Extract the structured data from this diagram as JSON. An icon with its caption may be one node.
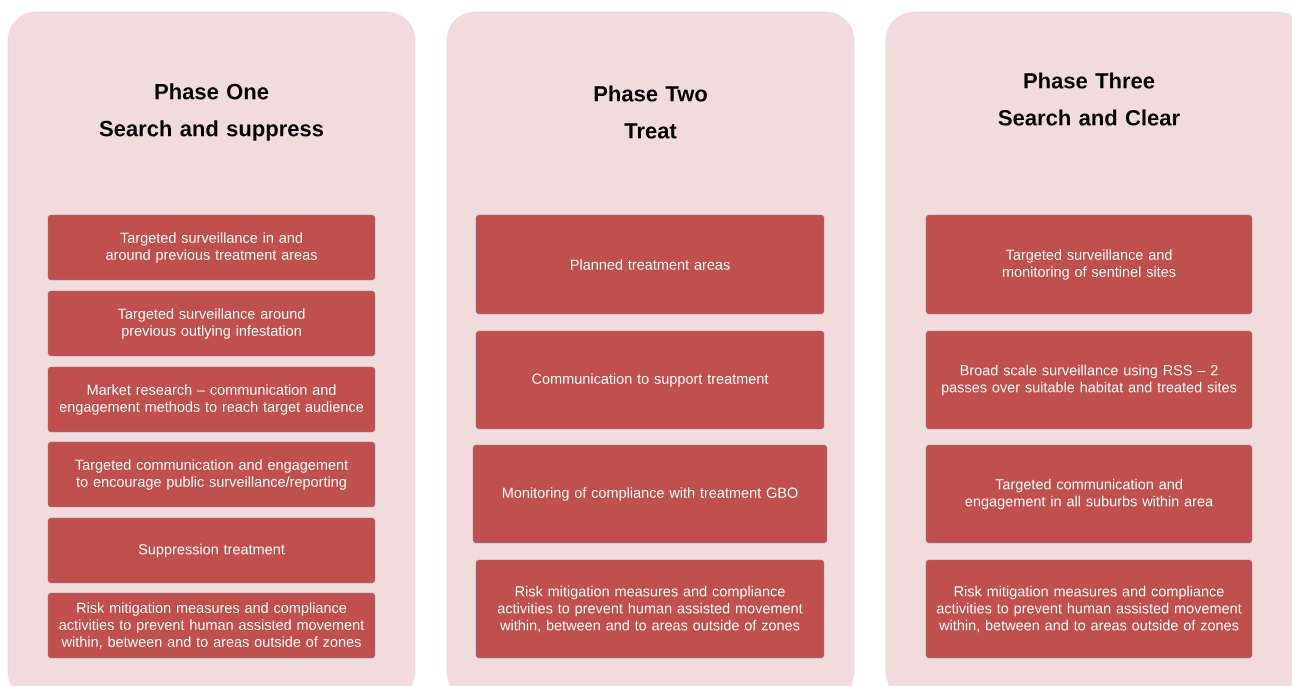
{
  "diagram": {
    "nodes": [
      {
        "text": [
          "Phase One",
          "Search and suppress"
        ]
      },
      {
        "text": [
          "Targeted surveillance in and around previous treatment areas"
        ],
        "in": 0
      },
      {
        "text": [
          "Targeted surveillance around previous outlying infestation"
        ],
        "in": 0
      },
      {
        "text": [
          "Market research – communication and engagement methods to reach target audience"
        ],
        "in": 0
      },
      {
        "text": [
          "Targeted communication and engagement to encourage public surveillance/reporting"
        ],
        "in": 0
      },
      {
        "text": [
          "Suppression treatment"
        ],
        "in": 0
      },
      {
        "text": [
          "Risk mitigation measures and compliance activities to prevent human assisted movement within, between and to areas outside of zones"
        ],
        "in": 0
      },
      {
        "text": [
          "Phase Two",
          "Treat"
        ]
      },
      {
        "text": [
          "Planned treatment areas"
        ],
        "in": 7
      },
      {
        "text": [
          "Communication to support treatment"
        ],
        "in": 7
      },
      {
        "text": [
          "Monitoring of compliance with treatment GBO"
        ],
        "in": 7
      },
      {
        "text": [
          "Risk mitigation measures and compliance activities to prevent human assisted movement within, between and to areas outside of zones"
        ],
        "in": 7
      },
      {
        "text": [
          "Phase Three",
          "Search and Clear"
        ]
      },
      {
        "text": [
          "Targeted surveillance and monitoring of sentinel sites"
        ],
        "in": 12
      },
      {
        "text": [
          "Broad scale surveillance using RSS – 2 passes over suitable habitat and treated sites"
        ],
        "in": 12
      },
      {
        "text": [
          "Targeted communication and engagement in all suburbs within area"
        ],
        "in": 12
      },
      {
        "text": [
          "Risk mitigation measures and compliance activities to prevent human assisted movement within, between and to areas outside of zones"
        ],
        "in": 12
      }
    ]
  }
}
